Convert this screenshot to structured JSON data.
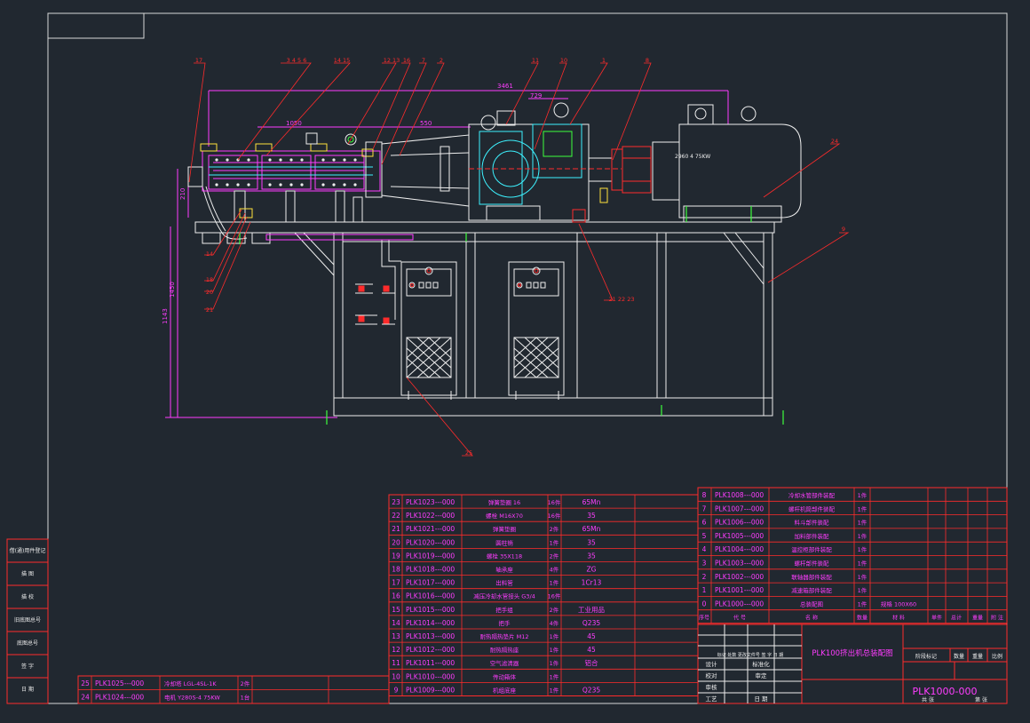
{
  "colors": {
    "background": "#212830",
    "frame": "#d8d8d8",
    "red": "#ff2b2b",
    "magenta": "#ff3dff",
    "cyan": "#3df2ff",
    "yellow": "#ffe23d",
    "green": "#3dff3d",
    "white": "#eeeeee"
  },
  "balloons": [
    {
      "id": "b17",
      "text": "17"
    },
    {
      "id": "b3456",
      "text": "3 4 5 6"
    },
    {
      "id": "b1415",
      "text": "14 15"
    },
    {
      "id": "b1213",
      "text": "12 13"
    },
    {
      "id": "b16",
      "text": "16"
    },
    {
      "id": "b7",
      "text": "7"
    },
    {
      "id": "b2",
      "text": "2"
    },
    {
      "id": "b11",
      "text": "11"
    },
    {
      "id": "b10",
      "text": "10"
    },
    {
      "id": "b1",
      "text": "1"
    },
    {
      "id": "b8",
      "text": "8"
    },
    {
      "id": "b24",
      "text": "24"
    },
    {
      "id": "b9",
      "text": "9"
    },
    {
      "id": "b212223",
      "text": "21 22 23"
    },
    {
      "id": "b14b",
      "text": "14"
    },
    {
      "id": "b18",
      "text": "18"
    },
    {
      "id": "b20",
      "text": "20"
    },
    {
      "id": "b21",
      "text": "21"
    },
    {
      "id": "b25",
      "text": "25"
    }
  ],
  "dimensions": {
    "d3461": "3461",
    "d729": "729",
    "d1050": "1050",
    "d550": "550",
    "d210": "210",
    "d1450": "1450",
    "d1143": "1143"
  },
  "motor_label": "2960 4 75KW",
  "left_column_labels": [
    "借(通)用件登记",
    "描 图",
    "描 校",
    "旧底图总号",
    "底图总号",
    "签 字",
    "日 期"
  ],
  "parts_table_mid": [
    {
      "no": "23",
      "code": "PLK1023---000",
      "name": "弹簧垫圈 16",
      "qty": "16件",
      "mat": "65Mn"
    },
    {
      "no": "22",
      "code": "PLK1022---000",
      "name": "螺栓 M16X70",
      "qty": "16件",
      "mat": "35"
    },
    {
      "no": "21",
      "code": "PLK1021---000",
      "name": "弹簧垫圈",
      "qty": "2件",
      "mat": "65Mn"
    },
    {
      "no": "20",
      "code": "PLK1020---000",
      "name": "圆柱销",
      "qty": "1件",
      "mat": "35"
    },
    {
      "no": "19",
      "code": "PLK1019---000",
      "name": "螺栓 35X118",
      "qty": "2件",
      "mat": "35"
    },
    {
      "no": "18",
      "code": "PLK1018---000",
      "name": "轴承座",
      "qty": "4件",
      "mat": "ZG"
    },
    {
      "no": "17",
      "code": "PLK1017---000",
      "name": "出料管",
      "qty": "1件",
      "mat": "1Cr13"
    },
    {
      "no": "16",
      "code": "PLK1016---000",
      "name": "减压冷却水管接头 G3/4",
      "qty": "16件",
      "mat": ""
    },
    {
      "no": "15",
      "code": "PLK1015---000",
      "name": "把手组",
      "qty": "2件",
      "mat": "工业用品"
    },
    {
      "no": "14",
      "code": "PLK1014---000",
      "name": "把手",
      "qty": "4件",
      "mat": "Q235"
    },
    {
      "no": "13",
      "code": "PLK1013---000",
      "name": "耐热隔热垫片 M12",
      "qty": "1件",
      "mat": "45"
    },
    {
      "no": "12",
      "code": "PLK1012---000",
      "name": "耐热隔热座",
      "qty": "1件",
      "mat": "45"
    },
    {
      "no": "11",
      "code": "PLK1011---000",
      "name": "空气滤清器",
      "qty": "1件",
      "mat": "铝合"
    },
    {
      "no": "10",
      "code": "PLK1010---000",
      "name": "传动箱体",
      "qty": "1件",
      "mat": ""
    },
    {
      "no": "9",
      "code": "PLK1009---000",
      "name": "机组底座",
      "qty": "1件",
      "mat": "Q235"
    }
  ],
  "parts_table_left": [
    {
      "no": "25",
      "code": "PLK1025---000",
      "name": "冷却塔 LGL-4SL-1K",
      "qty": "2件"
    },
    {
      "no": "24",
      "code": "PLK1024---000",
      "name": "电机 Y280S-4 75KW",
      "qty": "1台"
    }
  ],
  "parts_table_right": [
    {
      "no": "8",
      "code": "PLK1008---000",
      "name": "冷却水管部件装配",
      "qty": "1件",
      "mat": ""
    },
    {
      "no": "7",
      "code": "PLK1007---000",
      "name": "螺杆机筒部件装配",
      "qty": "1件",
      "mat": ""
    },
    {
      "no": "6",
      "code": "PLK1006---000",
      "name": "料斗部件装配",
      "qty": "1件",
      "mat": ""
    },
    {
      "no": "5",
      "code": "PLK1005---000",
      "name": "加料部件装配",
      "qty": "1件",
      "mat": ""
    },
    {
      "no": "4",
      "code": "PLK1004---000",
      "name": "温控柜部件装配",
      "qty": "1件",
      "mat": ""
    },
    {
      "no": "3",
      "code": "PLK1003---000",
      "name": "螺杆部件装配",
      "qty": "1件",
      "mat": ""
    },
    {
      "no": "2",
      "code": "PLK1002---000",
      "name": "联轴器部件装配",
      "qty": "1件",
      "mat": ""
    },
    {
      "no": "1",
      "code": "PLK1001---000",
      "name": "减速箱部件装配",
      "qty": "1件",
      "mat": ""
    },
    {
      "no": "0",
      "code": "PLK1000---000",
      "name": "总装配图",
      "qty": "1件",
      "mat": "规格 100X60"
    }
  ],
  "table_header_right": [
    "序号",
    "代 号",
    "名 称",
    "数量",
    "材 料",
    "单件",
    "总计",
    "重量",
    "附 注"
  ],
  "title_block": {
    "title": "PLK100挤出机总装配图",
    "drawing_no": "PLK1000-000",
    "stage_labels": [
      "阶段标记",
      "数量",
      "重量",
      "比例"
    ],
    "sheet_labels": [
      "共 张",
      "第 张"
    ],
    "sign_rows": [
      {
        "role": "设计",
        "mid": "标准化"
      },
      {
        "role": "校对",
        "mid": "审定"
      },
      {
        "role": "审核",
        "mid": ""
      },
      {
        "role": "工艺",
        "mid": "日 期"
      }
    ],
    "header_small": "标记 处数 更改文件号 签 字 日 期"
  }
}
